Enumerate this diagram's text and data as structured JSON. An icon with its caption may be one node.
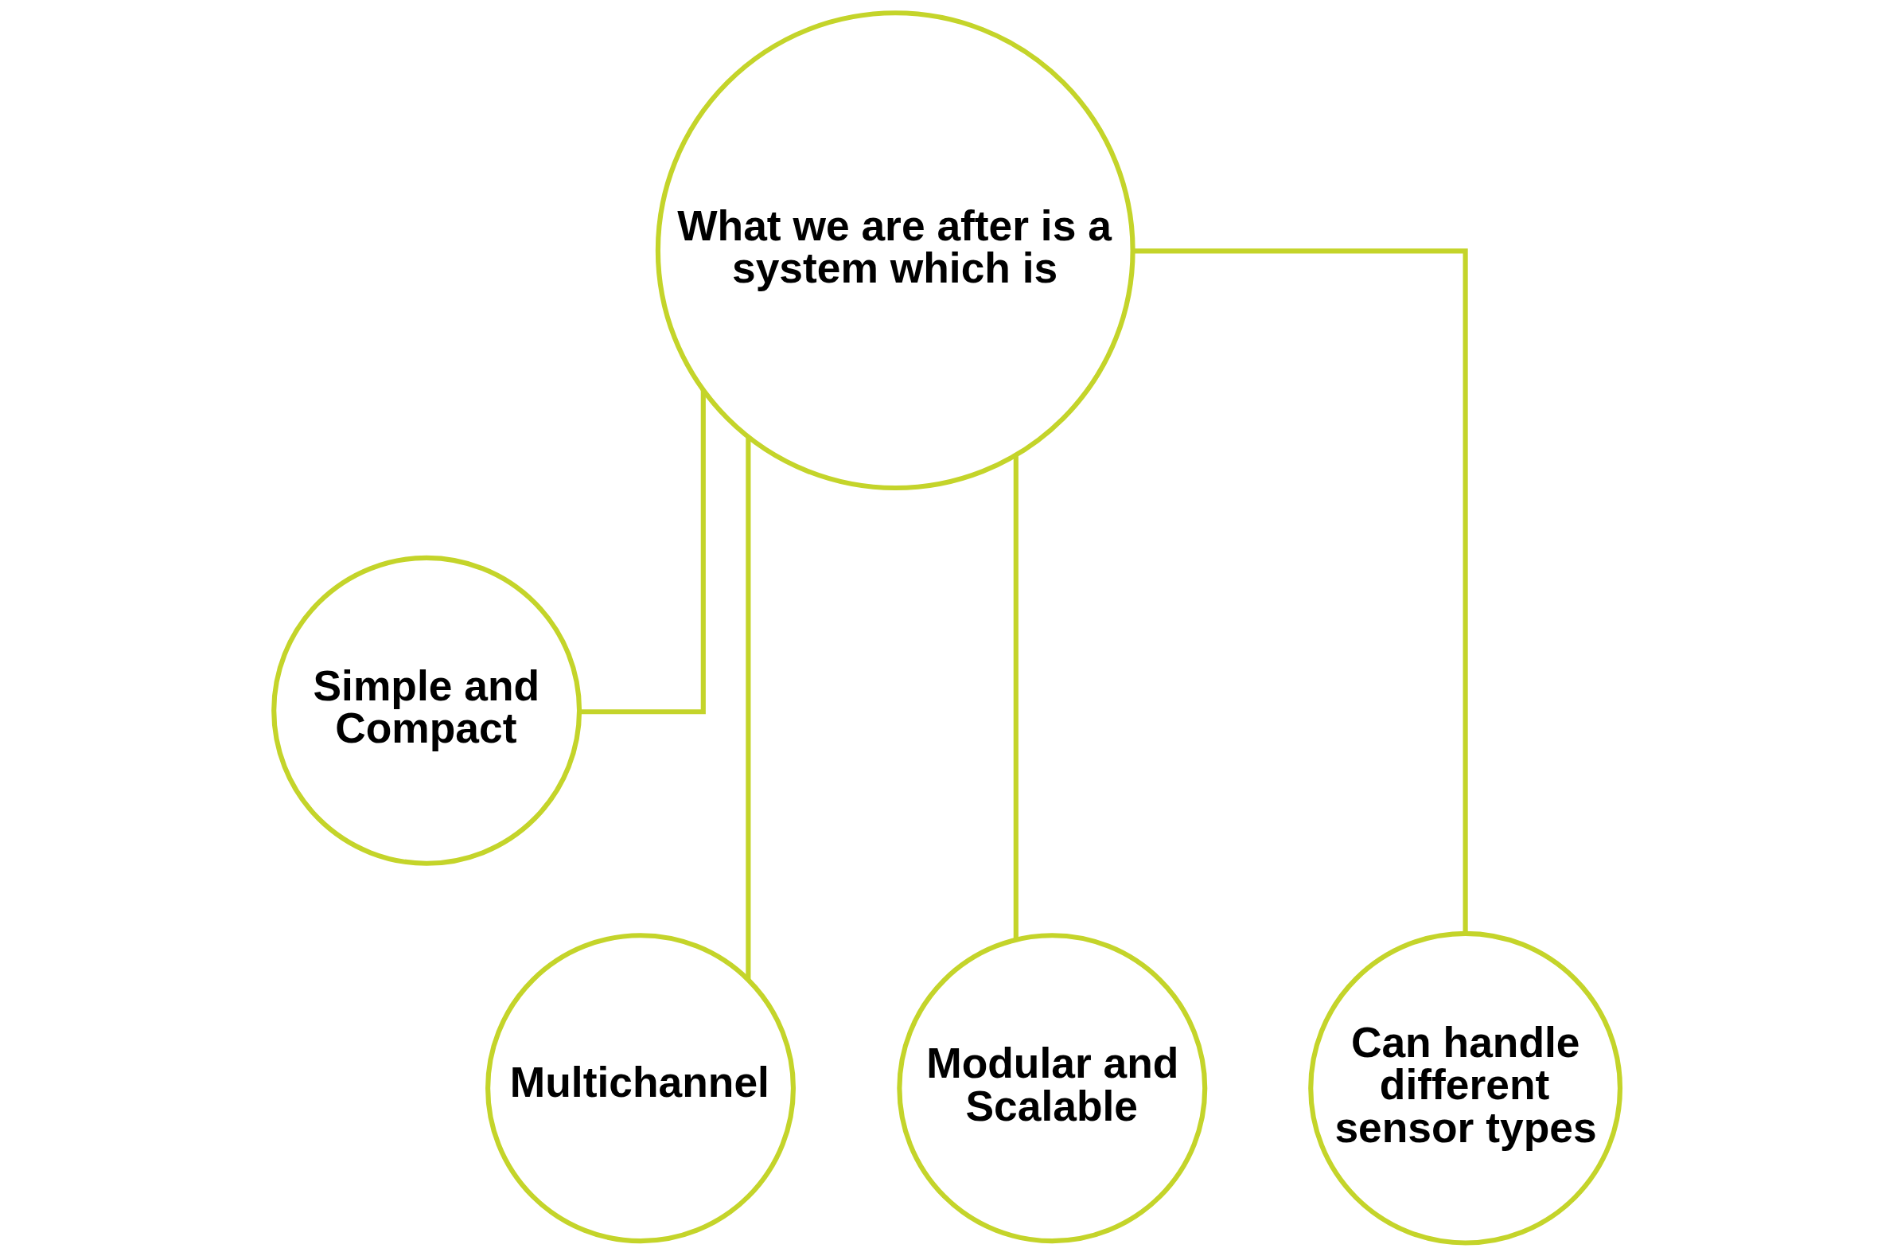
{
  "diagram": {
    "nodes": [
      {
        "text": [
          "What we are after is a system which is"
        ]
      },
      {
        "text": [
          "Simple and Compact"
        ]
      },
      {
        "text": [
          "Multichannel"
        ]
      },
      {
        "text": [
          "Modular and Scalable"
        ]
      },
      {
        "text": [
          "Can handle different sensor types"
        ]
      }
    ],
    "edges": [
      {
        "from": 0,
        "to": 1,
        "arrow": "none"
      },
      {
        "from": 0,
        "to": 2,
        "arrow": "none"
      },
      {
        "from": 0,
        "to": 3,
        "arrow": "none"
      },
      {
        "from": 0,
        "to": 4,
        "arrow": "none"
      }
    ]
  }
}
